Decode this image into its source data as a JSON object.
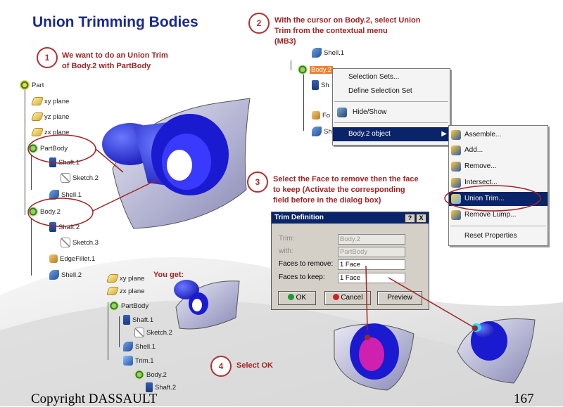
{
  "slide": {
    "title": "Union Trimming Bodies",
    "footer_left": "Copyright DASSAULT",
    "page_number": "167"
  },
  "steps": [
    {
      "number": "1",
      "lines": [
        "We want to do an Union Trim",
        "of Body.2 with PartBody"
      ]
    },
    {
      "number": "2",
      "lines": [
        "With the cursor on Body.2, select Union",
        "Trim from the contextual menu",
        "(MB3)"
      ]
    },
    {
      "number": "3",
      "lines": [
        "Select the Face to remove then the face",
        "to keep (Activate the corresponding",
        "field before in the dialog box)"
      ]
    },
    {
      "number": "4",
      "lines": [
        "Select OK"
      ]
    }
  ],
  "you_get_label": "You get:",
  "tree_main": [
    {
      "label": "Part",
      "icon": "part-icon"
    },
    {
      "label": "xy plane",
      "icon": "plane-icon"
    },
    {
      "label": "yz plane",
      "icon": "plane-icon"
    },
    {
      "label": "zx plane",
      "icon": "plane-icon"
    },
    {
      "label": "PartBody",
      "icon": "body-icon"
    },
    {
      "label": "Shaft.1",
      "icon": "shaft-icon"
    },
    {
      "label": "Sketch.2",
      "icon": "sketch-icon"
    },
    {
      "label": "Shell.1",
      "icon": "shell-icon"
    },
    {
      "label": "Body.2",
      "icon": "body-icon"
    },
    {
      "label": "Shaft.2",
      "icon": "shaft-icon"
    },
    {
      "label": "Sketch.3",
      "icon": "sketch-icon"
    },
    {
      "label": "EdgeFillet.1",
      "icon": "edge-icon"
    },
    {
      "label": "Shell.2",
      "icon": "shell-icon"
    }
  ],
  "tree_result": [
    {
      "label": "xy plane",
      "icon": "plane-icon"
    },
    {
      "label": "zx plane",
      "icon": "plane-icon"
    },
    {
      "label": "PartBody",
      "icon": "body-icon"
    },
    {
      "label": "Shaft.1",
      "icon": "shaft-icon"
    },
    {
      "label": "Sketch.2",
      "icon": "sketch-icon"
    },
    {
      "label": "Shell.1",
      "icon": "shell-icon"
    },
    {
      "label": "Trim.1",
      "icon": "trim-icon"
    },
    {
      "label": "Body.2",
      "icon": "body-icon"
    },
    {
      "label": "Shaft.2",
      "icon": "shaft-icon"
    }
  ],
  "tree_snippet": [
    {
      "label": "Shell.1",
      "icon": "shell-icon"
    },
    {
      "label": "Body.2",
      "icon": "body-icon"
    },
    {
      "label": "Sh",
      "icon": "shaft-icon"
    },
    {
      "label": "Fo",
      "icon": "edge-icon"
    },
    {
      "label": "Sh",
      "icon": "shell-icon"
    }
  ],
  "context_menu": {
    "items": [
      "Selection Sets...",
      "Define Selection Set",
      "Hide/Show",
      "Body.2 object"
    ],
    "submenu": [
      "Assemble...",
      "Add...",
      "Remove...",
      "Intersect...",
      "Union Trim...",
      "Remove Lump...",
      "Reset Properties"
    ]
  },
  "dialog": {
    "title": "Trim Definition",
    "help_button": "?",
    "close_button": "X",
    "fields": [
      {
        "label": "Trim:",
        "value": "Body.2"
      },
      {
        "label": "with:",
        "value": "PartBody"
      },
      {
        "label": "Faces to remove:",
        "value": "1 Face"
      },
      {
        "label": "Faces to keep:",
        "value": "1 Face"
      }
    ],
    "buttons": {
      "ok": "OK",
      "cancel": "Cancel",
      "preview": "Preview"
    }
  },
  "colors": {
    "title": "#1a2a8a",
    "step_text": "#a02424",
    "selection": "#0a246a",
    "dialog_bg": "#d4d0c8"
  }
}
